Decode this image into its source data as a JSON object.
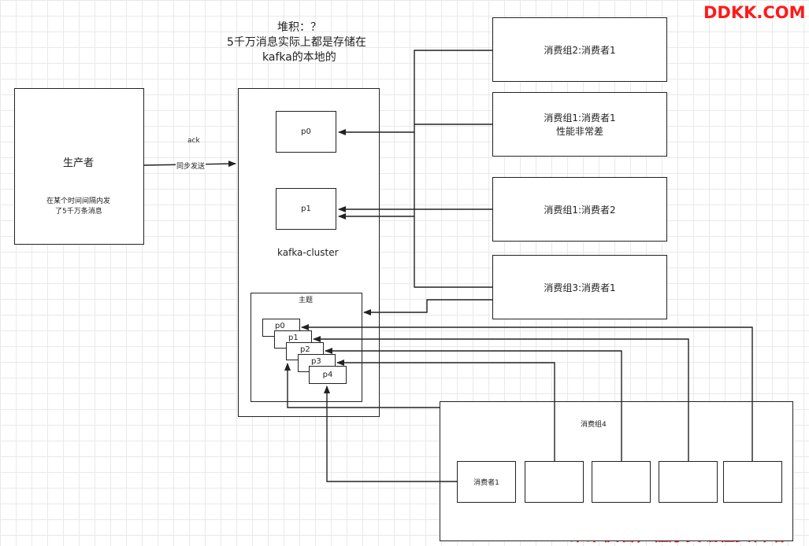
{
  "watermark_top": "DDKK.COM",
  "watermark_bottom": "DDKK.COM 弟弟快看，程序员编程资料站",
  "note": {
    "line1": "堆积：？",
    "line2": "5千万消息实际上都是存储在",
    "line3": "kafka的本地的"
  },
  "producer": {
    "title": "生产者",
    "desc_line1": "在某个时间间隔内发",
    "desc_line2": "了5千万条消息"
  },
  "link": {
    "ack": "ack",
    "sync_send": "同步发送"
  },
  "cluster": {
    "label": "kafka-cluster",
    "partition_p0": "p0",
    "partition_p1": "p1"
  },
  "topic": {
    "label": "主题",
    "partitions": [
      "p0",
      "p1",
      "p2",
      "p3",
      "p4"
    ]
  },
  "consumers_right": {
    "g2c1": "消费组2:消费者1",
    "g1c1_line1": "消费组1:消费者1",
    "g1c1_line2": "性能非常差",
    "g1c2": "消费组1:消费者2",
    "g3c1": "消费组3:消费者1"
  },
  "group4": {
    "label": "消费组4",
    "consumer1": "消费者1"
  }
}
